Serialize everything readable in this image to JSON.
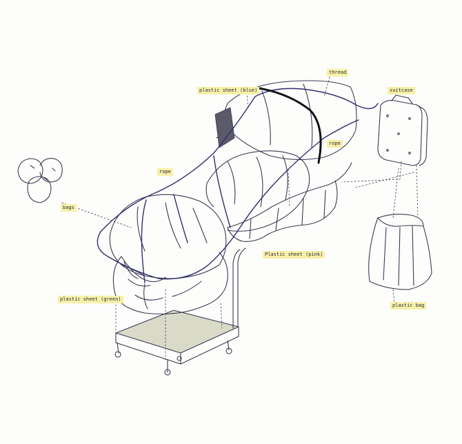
{
  "labels": {
    "thread": "thread",
    "plastic_sheet_blue": "plastic sheet (blue)",
    "suitcase": "suitcase",
    "rope_left": "rope",
    "rope_right": "rope",
    "bags": "bags",
    "plastic_sheet_pink": "Plastic sheet (pink)",
    "plastic_sheet_green": "plastic sheet (green)",
    "plastic_bag": "plastic bag"
  },
  "colors": {
    "ink": "#3a3a52",
    "rope": "#2e2e6e",
    "label_highlight": "#f6f1a8",
    "cart_shade": "#d9dac8",
    "paper": "#fdfdfb"
  }
}
